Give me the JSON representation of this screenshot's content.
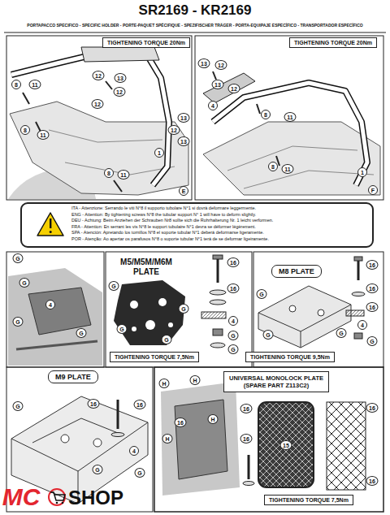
{
  "diagram": {
    "title": "SR2169 - KR2169",
    "nodes": [
      {
        "text": [
          "TIGHTENING TORQUE 20Nm"
        ]
      },
      {
        "text": [
          "TIGHTENING TORQUE 20Nm"
        ]
      },
      {
        "text": [
          "ITA - Attenzione: Serrando le viti N°8 il supporto tubolare N°1 si dovrà deformare leggermente.",
          "ENG - Attention: By tightening screws N°8 the tubular support N° 1 will have to deform slightly.",
          "DEU - Achtung: Beim Anziehen der Schrauben Nr8 sollte sich die Rohrhalterung Nr. 1 leicht verformen.",
          "FRA - Attention: En serrant les vis N°8 le support tubulaire N°1 devra se déformer légèrement.",
          "SPA - Atención: Apretando los tornillos N°8 el soporte tubular N°1 deberá deformarse ligeramente.",
          "POR - Atenção: Ao apertar os parafusos N°8 o suporte tubular N°1 terá de se deformar ligeiramente."
        ]
      },
      {
        "text": [
          "M8 PLATE"
        ]
      },
      {
        "text": [
          "TIGHTENING TORQUE 7,5Nm"
        ]
      },
      {
        "text": [
          "TIGHTENING TORQUE 9,5Nm"
        ]
      },
      {
        "text": [
          "M9 PLATE"
        ]
      },
      {
        "text": [
          "UNIVERSAL MONOLOCK PLATE",
          "(SPARE PART Z113C2)"
        ]
      },
      {
        "text": [
          "TIGHTENING TORQUE 7,5Nm"
        ]
      }
    ],
    "labels": [
      "PORTAPACCO SPECIFICO - SPECIFIC HOLDER - PORTE-PAQUET SPÉCIFIQUE - SPEZIFISCHER TRÄGER - PORTA-EQUIPAJE ESPECÍFICO - TRANSPORTADOR ESPECÍFICO",
      "8",
      "11",
      "12",
      "13",
      "12",
      "12",
      "13",
      "12",
      "13",
      "1",
      "8",
      "11",
      "8",
      "11",
      "E",
      "13",
      "12",
      "13",
      "12",
      "4",
      "8",
      "11",
      "8",
      "11",
      "1",
      "F",
      "G",
      "G",
      "4",
      "G",
      "G",
      "M5/M5M/M6M PLATE",
      "G",
      "G",
      "G",
      "G",
      "16",
      "16",
      "4",
      "G",
      "G",
      "G",
      "G",
      "G",
      "16",
      "16",
      "16",
      "4",
      "G",
      "16",
      "16",
      "4",
      "G",
      "G",
      "G",
      "H",
      "H",
      "H",
      "H",
      "16",
      "16",
      "16",
      "15",
      "16",
      "16",
      "MC",
      "SHOP"
    ]
  }
}
